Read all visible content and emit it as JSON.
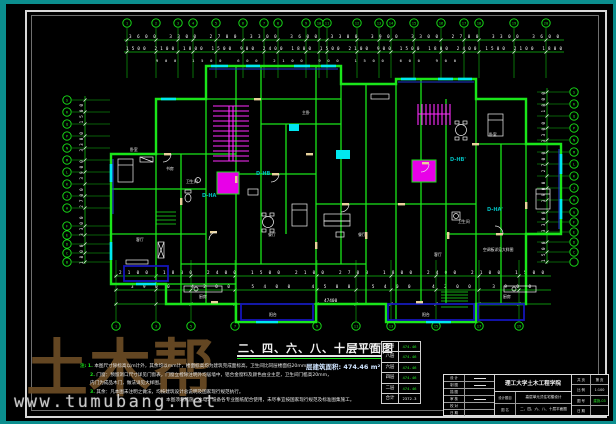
{
  "watermark": {
    "brand": "土木帮",
    "url": "www.tumubang.net"
  },
  "drawing": {
    "title": "二、四、六、八、十层平面图",
    "scale": "1:100",
    "area_note": "层建筑面积: 474.46 m²",
    "unit_labels": [
      "D-HA",
      "D-HB",
      "D-HB'",
      "D-HA'"
    ],
    "annotation": "空调板详见大样图",
    "room_labels": [
      "卧室",
      "客厅",
      "厨房",
      "卫生间",
      "餐厅",
      "阳台",
      "主卧",
      "书房",
      "卧室",
      "客厅",
      "厨房",
      "阳台",
      "餐厅",
      "卫生间"
    ],
    "axes": {
      "top": [
        "1",
        "2",
        "3",
        "4",
        "5",
        "6",
        "7",
        "8",
        "9",
        "10",
        "11",
        "12",
        "13",
        "14",
        "15",
        "16",
        "17",
        "18",
        "19",
        "20"
      ],
      "bottom": [
        "1",
        "3",
        "5",
        "7",
        "9",
        "11",
        "13",
        "15",
        "17",
        "19"
      ],
      "left": [
        "S",
        "R",
        "Q",
        "P",
        "N",
        "M",
        "L",
        "K",
        "J",
        "H",
        "F",
        "E",
        "D",
        "C",
        "B"
      ],
      "right": [
        "S",
        "R",
        "Q",
        "P",
        "N",
        "M",
        "L",
        "K",
        "J",
        "H",
        "G",
        "F",
        "E",
        "D",
        "C"
      ]
    },
    "dimensions": {
      "top_row1": [
        "3600",
        "3300",
        "2700",
        "3300",
        "3600",
        "3300",
        "3900",
        "3300",
        "2700",
        "3300",
        "3600"
      ],
      "top_row2": [
        "1500",
        "2100",
        "1800",
        "1500",
        "900",
        "2400",
        "1800",
        "1500",
        "2100",
        "900",
        "1500",
        "1800",
        "2400",
        "1500",
        "2100",
        "1800"
      ],
      "top_row3": [
        "900",
        "1500",
        "600",
        "2100",
        "900",
        "1500",
        "600",
        "900"
      ],
      "bottom_row1": [
        "2100",
        "1800",
        "2400",
        "1500",
        "2100",
        "2700",
        "1800",
        "2400",
        "2100",
        "1500"
      ],
      "bottom_row2": [
        "3900",
        "4200",
        "5400",
        "4500",
        "5400",
        "4200",
        "3900"
      ],
      "bottom_total": "47400",
      "left_chain": [
        "1800",
        "3300",
        "2700",
        "3900",
        "3300",
        "1500"
      ],
      "right_chain": [
        "1500",
        "3300",
        "3900",
        "2700",
        "3300",
        "1800"
      ]
    }
  },
  "notes": {
    "label": "注:",
    "lines": [
      {
        "no": "1.",
        "text": "本图尺寸除标高以m计外，其余均以mm计，楼面标高均为建筑完成面标高，卫生间比同层楼面低20mm。"
      },
      {
        "no": "2.",
        "text": "门窗：预留洞口尺寸详见门窗表，门窗立樘除注明外均居墙中，铝合金窗料及颜色由业主定，卫生间门槛高20mm，"
      },
      {
        "no": "",
        "text": "内门为成品木门，做法详见大样图。"
      },
      {
        "no": "3.",
        "text": "其余：凡本图未注明之做法，均按建筑设计总说明及国家现行规范执行。"
      }
    ],
    "footer": "本图须与结施、水电、设备各专业图纸配合使用，未尽事宜按国家现行规范及标准图集施工。"
  },
  "legend_table": {
    "rows": [
      [
        "十层",
        "474.46"
      ],
      [
        "八层",
        "474.46"
      ],
      [
        "六层",
        "474.46"
      ],
      [
        "四层",
        "474.46"
      ],
      [
        "二层",
        "474.46"
      ],
      [
        "合计",
        "2372.3"
      ]
    ]
  },
  "title_block": {
    "school": "理工大学土木工程学院",
    "left_rows": [
      [
        "设 计",
        ""
      ],
      [
        "制 图",
        ""
      ],
      [
        "描 图",
        ""
      ],
      [
        "审 核",
        ""
      ],
      [
        "校 对",
        ""
      ],
      [
        "日 期",
        ""
      ]
    ],
    "mid_rows": [
      [
        "设计题目",
        "高层单元式住宅楼设计"
      ],
      [
        "图 名",
        "二、四、六、八、十层平面图"
      ]
    ],
    "right_rows": [
      [
        "共 页",
        "第 页"
      ],
      [
        "比 例",
        "1:100"
      ],
      [
        "图 号",
        "建施-03"
      ],
      [
        "日 期",
        ""
      ]
    ]
  },
  "colors": {
    "wall_green": "#1ae61a",
    "axis_green": "#0fbf0f",
    "stair_magenta": "#ff2bff",
    "elevator_magenta": "#e800e8",
    "window_cyan": "#00e8f0",
    "balcony_navy": "#1515b8",
    "door_tan": "#e8d19a",
    "teal_frame": "#0b8e8e",
    "label_teal": "#00bcbc"
  }
}
